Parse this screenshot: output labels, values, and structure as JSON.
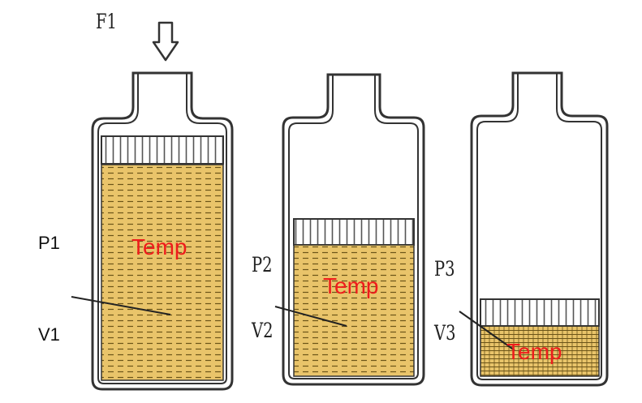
{
  "labels": {
    "f1": "F1",
    "p1": "P1",
    "v1": "V1",
    "p2": "P2",
    "v2": "V2",
    "p3": "P3",
    "v3": "V3"
  },
  "containers": [
    {
      "temp": "Temp"
    },
    {
      "temp": "Temp"
    },
    {
      "temp": "Temp"
    }
  ],
  "colors": {
    "gas_fill": "#e9c46a",
    "gas_lines": "#7a5a1a",
    "outline": "#333333",
    "temp_text": "#ee1c1c",
    "arrow": "#333333"
  }
}
